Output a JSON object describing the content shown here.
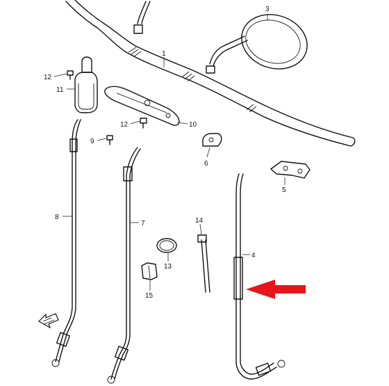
{
  "diagram": {
    "callouts": {
      "c1": "1",
      "c3": "3",
      "c4": "4",
      "c5": "5",
      "c6": "6",
      "c7": "7",
      "c8": "8",
      "c9": "9",
      "c10": "10",
      "c11": "11",
      "c12a": "12",
      "c12b": "12",
      "c13": "13",
      "c14": "14",
      "c15": "15"
    },
    "colors": {
      "line": "#111111",
      "arrow": "#e8141b",
      "background": "#ffffff"
    },
    "icons": {
      "front_arrow": "front-direction-arrow-icon",
      "highlight_arrow": "red-pointer-arrow-icon"
    }
  }
}
